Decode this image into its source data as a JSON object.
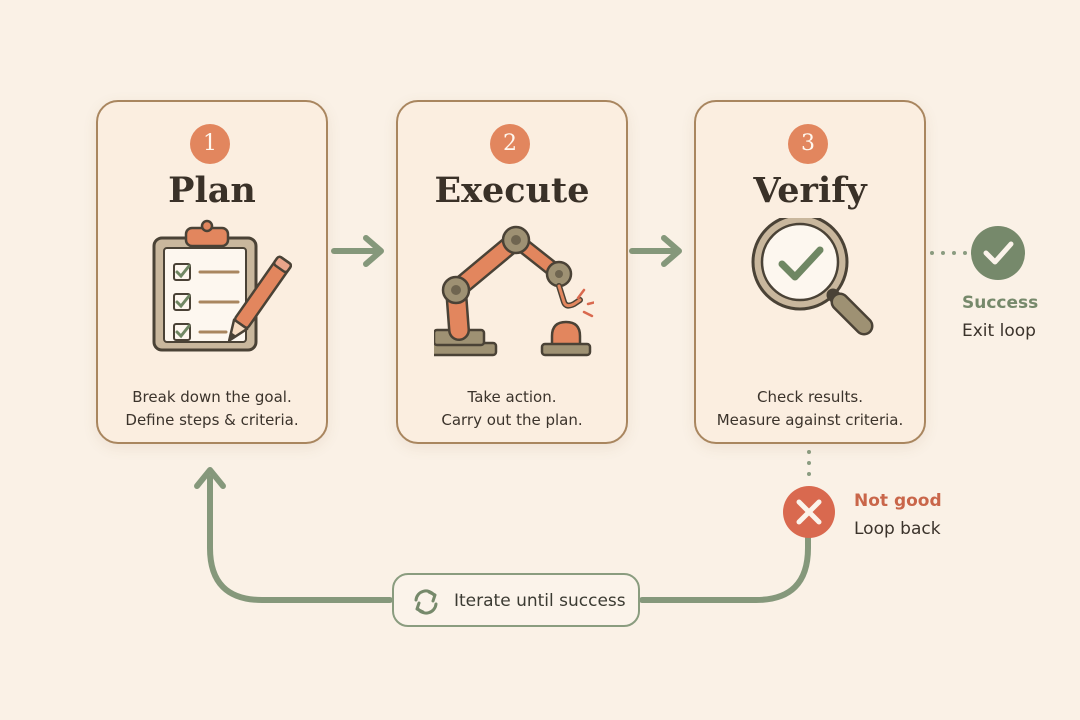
{
  "steps": [
    {
      "number": "1",
      "title": "Plan",
      "desc_lines": [
        "Break down the goal.",
        "Define steps & criteria."
      ],
      "icon": "clipboard-checklist-icon"
    },
    {
      "number": "2",
      "title": "Execute",
      "desc_lines": [
        "Take action.",
        "Carry out the plan."
      ],
      "icon": "robot-arm-icon"
    },
    {
      "number": "3",
      "title": "Verify",
      "desc_lines": [
        "Check results.",
        "Measure against criteria."
      ],
      "icon": "magnifier-check-icon"
    }
  ],
  "success": {
    "title": "Success",
    "subtitle": "Exit loop",
    "icon": "check-circle-icon"
  },
  "failure": {
    "title": "Not good",
    "subtitle": "Loop back",
    "icon": "x-circle-icon"
  },
  "loop": {
    "label": "Iterate until success",
    "icon": "refresh-icon"
  },
  "colors": {
    "background": "#faf1e6",
    "card_fill": "#fbeee0",
    "card_border": "#a9865f",
    "accent_orange": "#e2865e",
    "arrow_green": "#85987b",
    "success_green": "#76896b",
    "failure_red": "#d9694f",
    "text_dark": "#3a3128"
  }
}
